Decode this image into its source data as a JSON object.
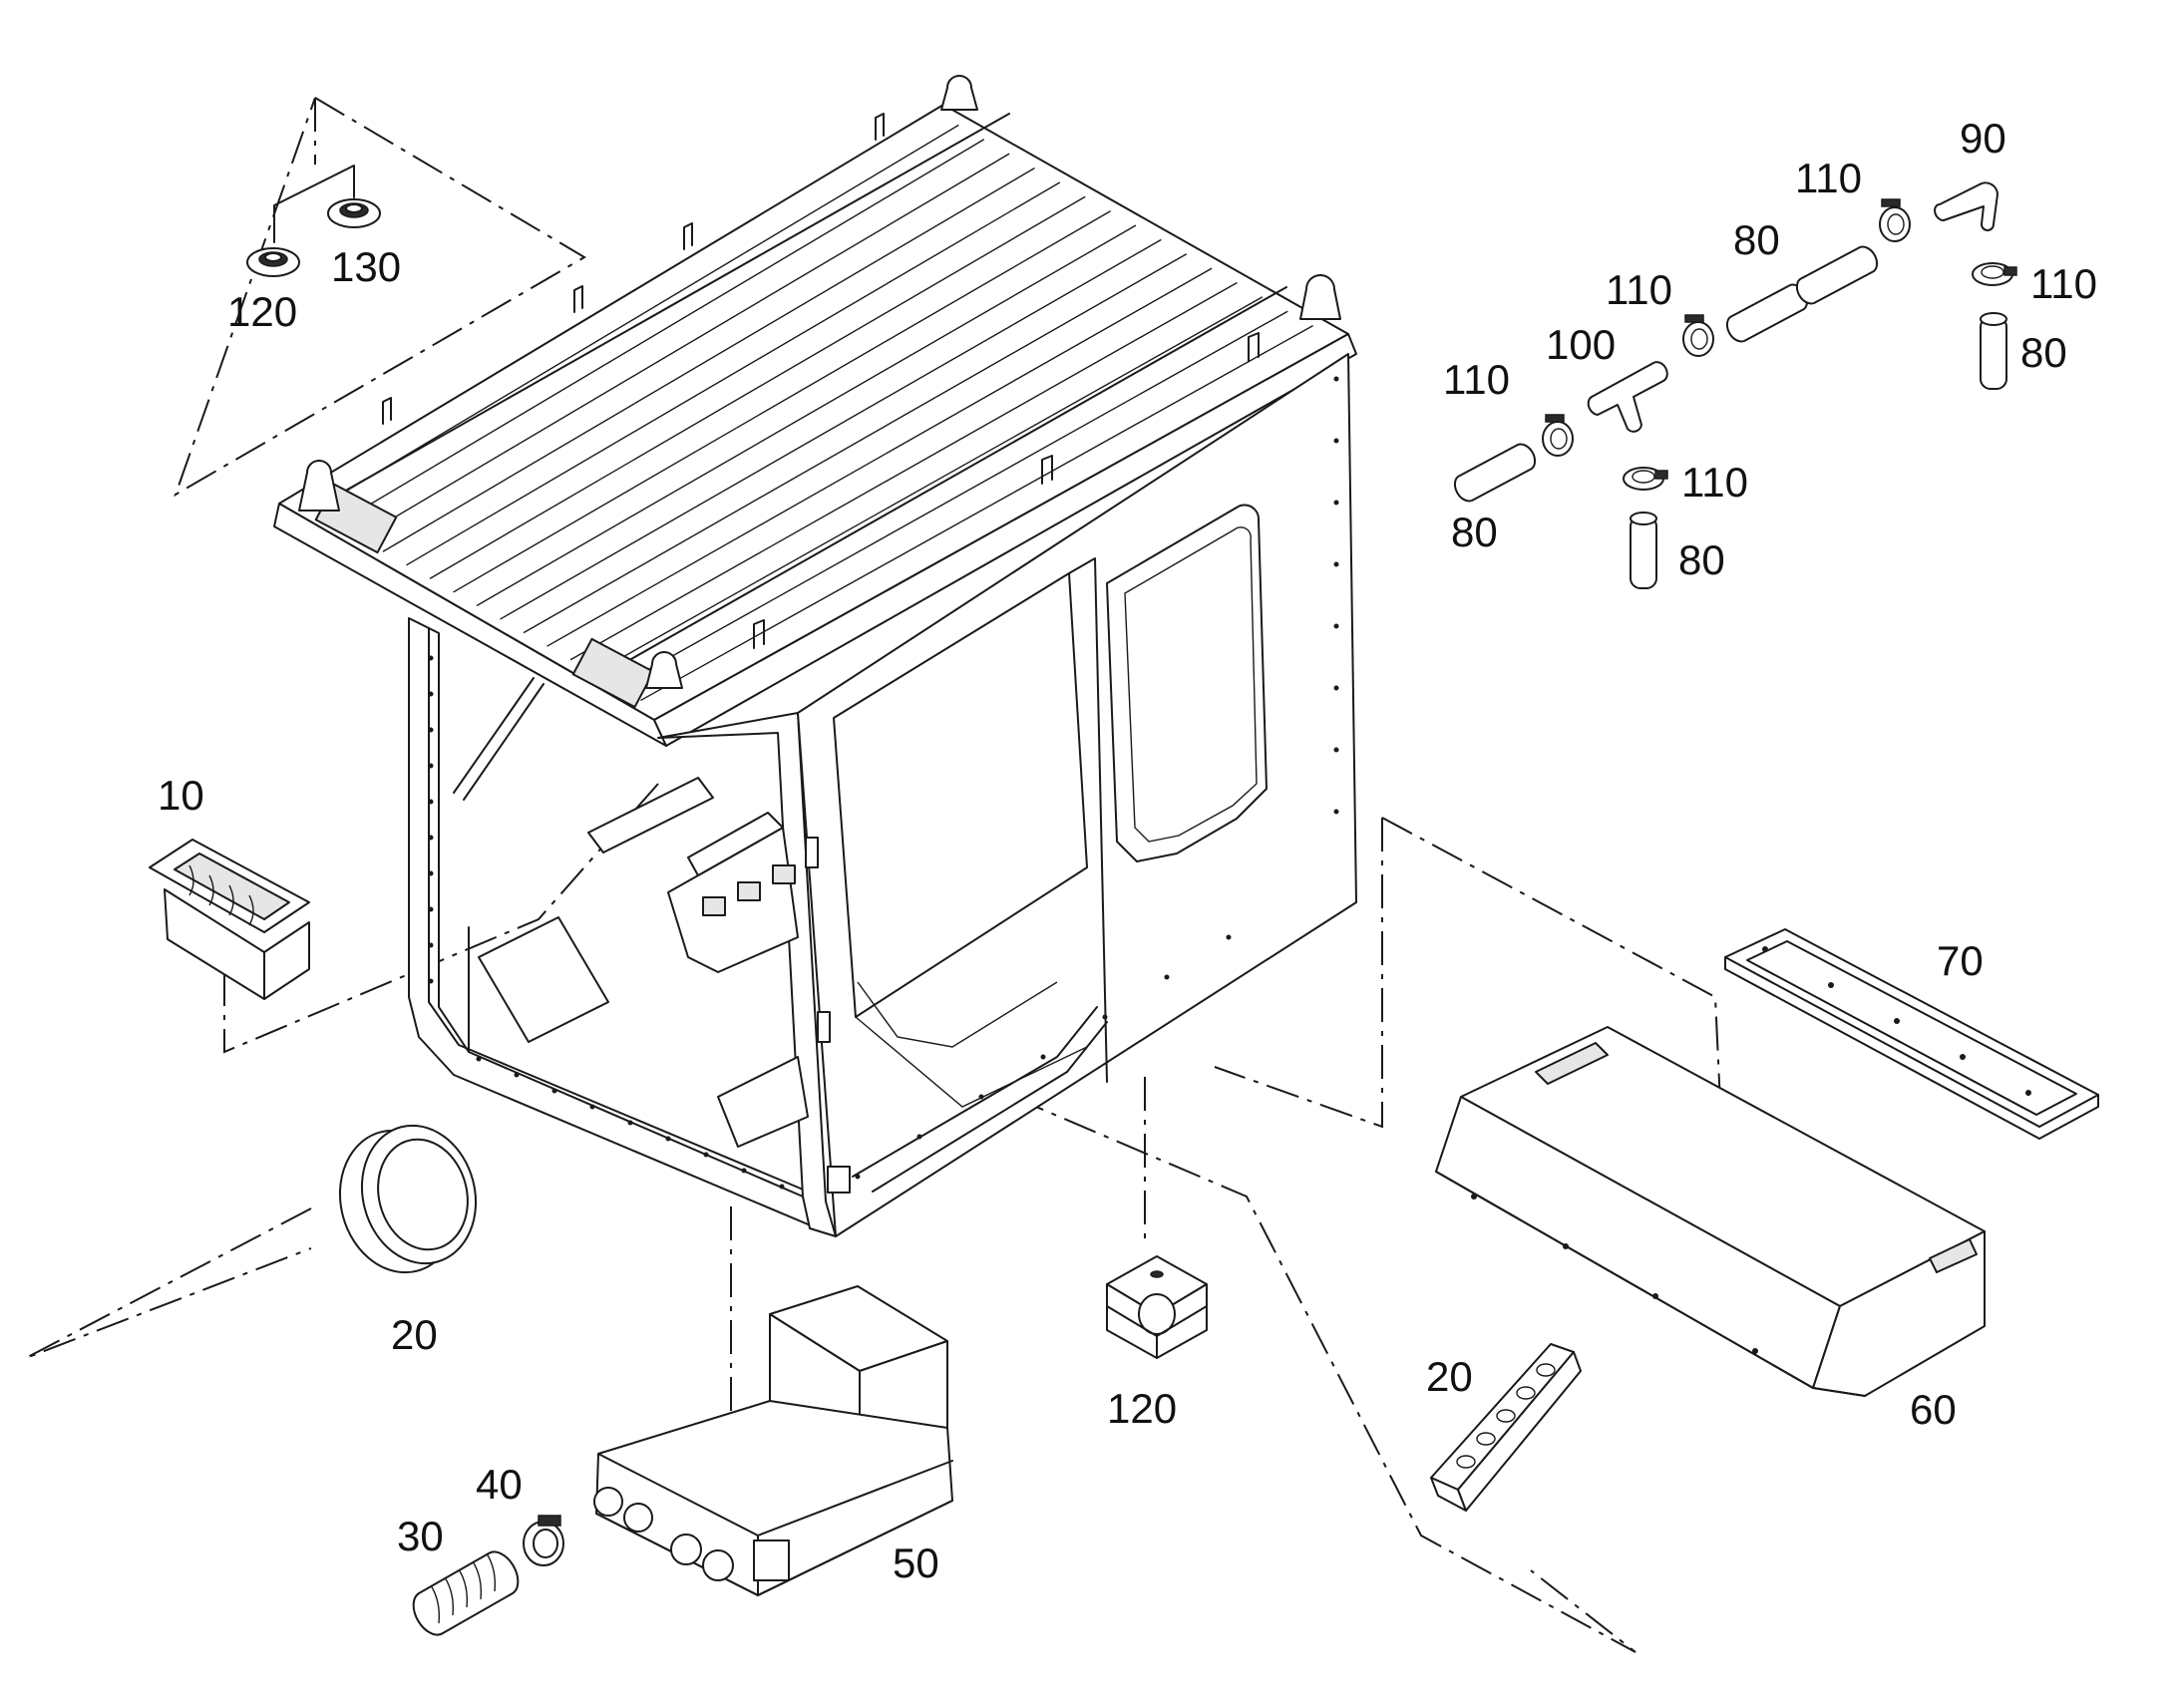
{
  "figure": {
    "type": "exploded-parts-diagram",
    "subject": "operator cab assembly",
    "line_color": "#1a1a1a",
    "background": "#ffffff"
  },
  "callouts": [
    "10",
    "20",
    "20",
    "30",
    "40",
    "50",
    "60",
    "70",
    "80",
    "80",
    "80",
    "80",
    "90",
    "100",
    "110",
    "110",
    "110",
    "110",
    "110",
    "120",
    "120",
    "130"
  ]
}
